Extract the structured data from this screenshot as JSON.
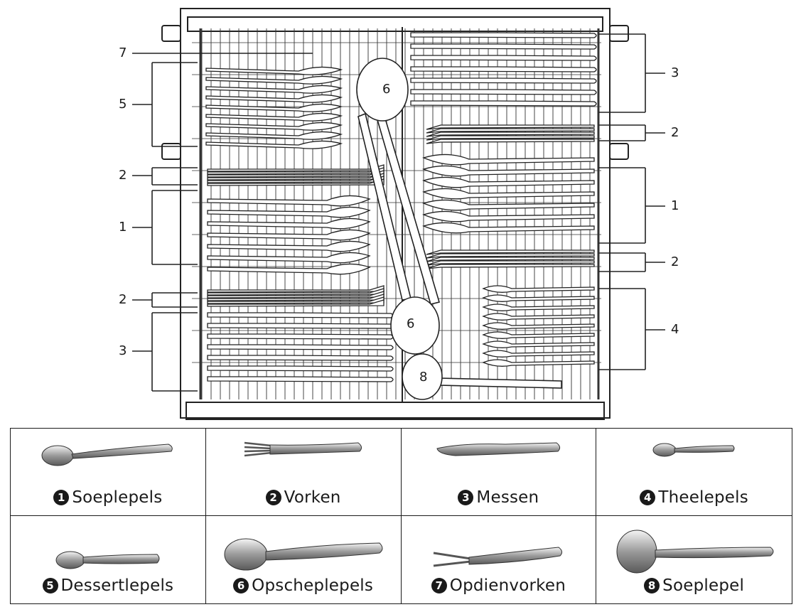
{
  "diagram": {
    "callouts_left": [
      "7",
      "5",
      "2",
      "1",
      "2",
      "3"
    ],
    "callouts_right": [
      "3",
      "2",
      "1",
      "2",
      "4"
    ],
    "utensil_labels": [
      "6",
      "6",
      "8"
    ]
  },
  "legend": [
    {
      "number": "1",
      "label": "Soeplepels",
      "icon": "soup-spoon-icon"
    },
    {
      "number": "2",
      "label": "Vorken",
      "icon": "fork-icon"
    },
    {
      "number": "3",
      "label": "Messen",
      "icon": "knife-icon"
    },
    {
      "number": "4",
      "label": "Theelepels",
      "icon": "teaspoon-icon"
    },
    {
      "number": "5",
      "label": "Dessertlepels",
      "icon": "dessert-spoon-icon"
    },
    {
      "number": "6",
      "label": "Opscheplepels",
      "icon": "serving-spoon-icon"
    },
    {
      "number": "7",
      "label": "Opdienvorken",
      "icon": "serving-fork-icon"
    },
    {
      "number": "8",
      "label": "Soeplepel",
      "icon": "ladle-icon"
    }
  ]
}
